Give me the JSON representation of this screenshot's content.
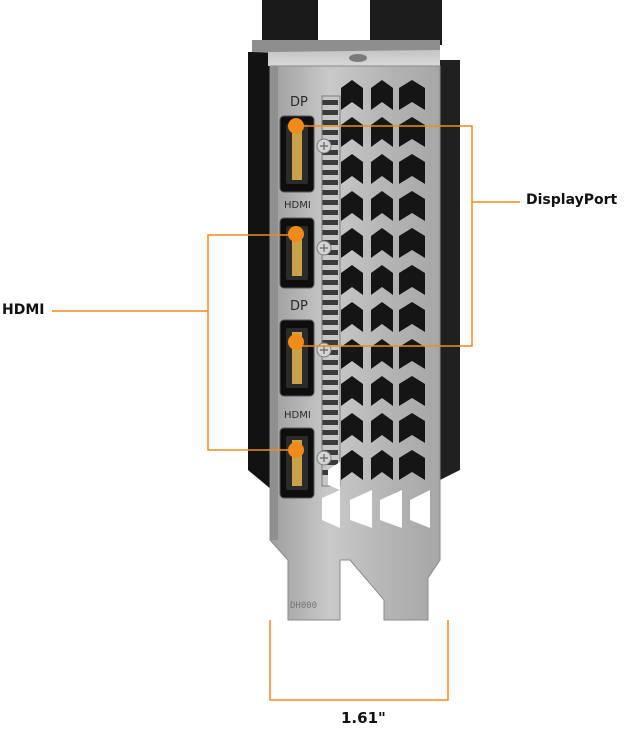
{
  "image": {
    "port_labels_on_bracket": [
      "DP",
      "HDMI",
      "DP",
      "HDMI"
    ],
    "bracket_stamp": "DH000",
    "callouts": {
      "displayport": "DisplayPort",
      "hdmi": "HDMI",
      "width": "1.61\""
    },
    "accent_color": "#f28a1a",
    "bracket_color": "#b8b8b8",
    "dark_color": "#1b1b1b"
  }
}
